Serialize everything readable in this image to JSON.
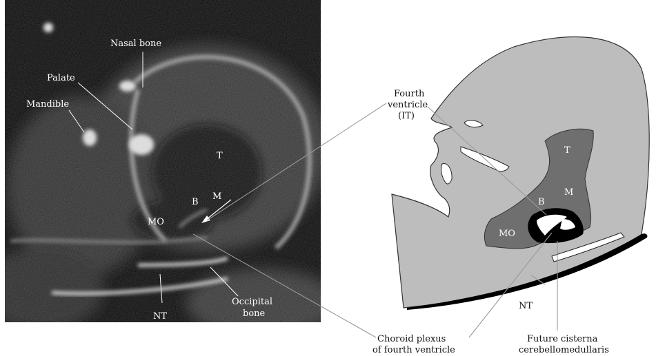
{
  "ultrasound": {
    "labels": {
      "nasal_bone": "Nasal bone",
      "palate": "Palate",
      "mandible": "Mandible",
      "t": "T",
      "m": "M",
      "b": "B",
      "mo": "MO",
      "nt": "NT",
      "occipital_line1": "Occipital",
      "occipital_line2": "bone"
    }
  },
  "diagram": {
    "labels": {
      "t": "T",
      "m": "M",
      "b": "B",
      "mo": "MO",
      "nt": "NT",
      "fourth_ventricle_line1": "Fourth",
      "fourth_ventricle_line2": "ventricle",
      "fourth_ventricle_line3": "(IT)",
      "choroid_line1": "Choroid plexus",
      "choroid_line2": "of fourth ventricle",
      "cisterna_line1": "Future cisterna",
      "cisterna_line2": "cerebellomedullaris"
    },
    "colors": {
      "head_fill": "#bdbdbd",
      "brain_fill": "#6f6f6f",
      "cavity_fill": "#000000",
      "bone_fill": "#ffffff"
    }
  }
}
